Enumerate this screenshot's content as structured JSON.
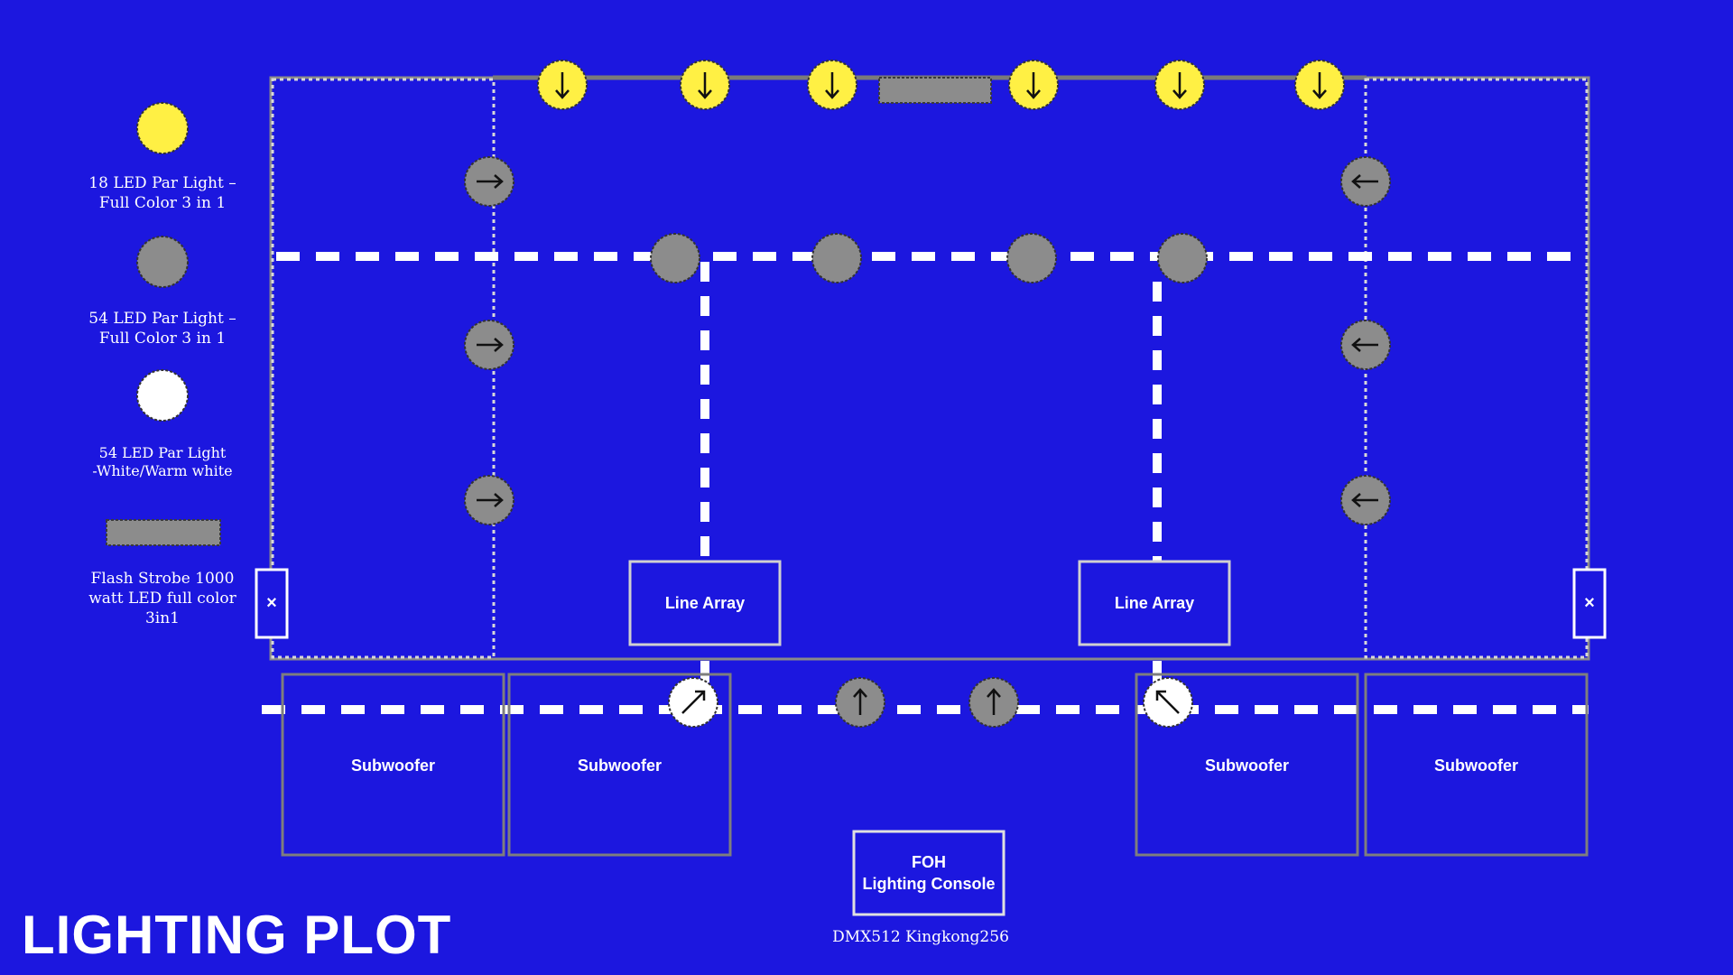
{
  "title": "LIGHTING PLOT",
  "console_caption": "DMX512 Kingkong256",
  "legend": [
    {
      "symbol": "par18",
      "label_lines": [
        "18 LED Par Light –",
        "Full Color 3 in 1"
      ]
    },
    {
      "symbol": "par54",
      "label_lines": [
        "54 LED Par Light –",
        "Full Color 3 in 1"
      ]
    },
    {
      "symbol": "par54w",
      "label_lines": [
        "54 LED Par Light",
        "-White/Warm white"
      ]
    },
    {
      "symbol": "strobe",
      "label_lines": [
        "Flash Strobe 1000",
        "watt LED full color",
        "3in1"
      ]
    }
  ],
  "boxes": {
    "line_array_left": "Line Array",
    "line_array_right": "Line Array",
    "sub_1": "Subwoofer",
    "sub_2": "Subwoofer",
    "sub_3": "Subwoofer",
    "sub_4": "Subwoofer",
    "foh_line1": "FOH",
    "foh_line2": "Lighting Console",
    "side_left": "×",
    "side_right": "×"
  },
  "colors": {
    "background": "#1C17DF",
    "yellow_fixture": "#FFF044",
    "grey_fixture": "#8C8C8C",
    "white_fixture": "#FFFFFF",
    "outline_grey": "#8A8A8A"
  }
}
